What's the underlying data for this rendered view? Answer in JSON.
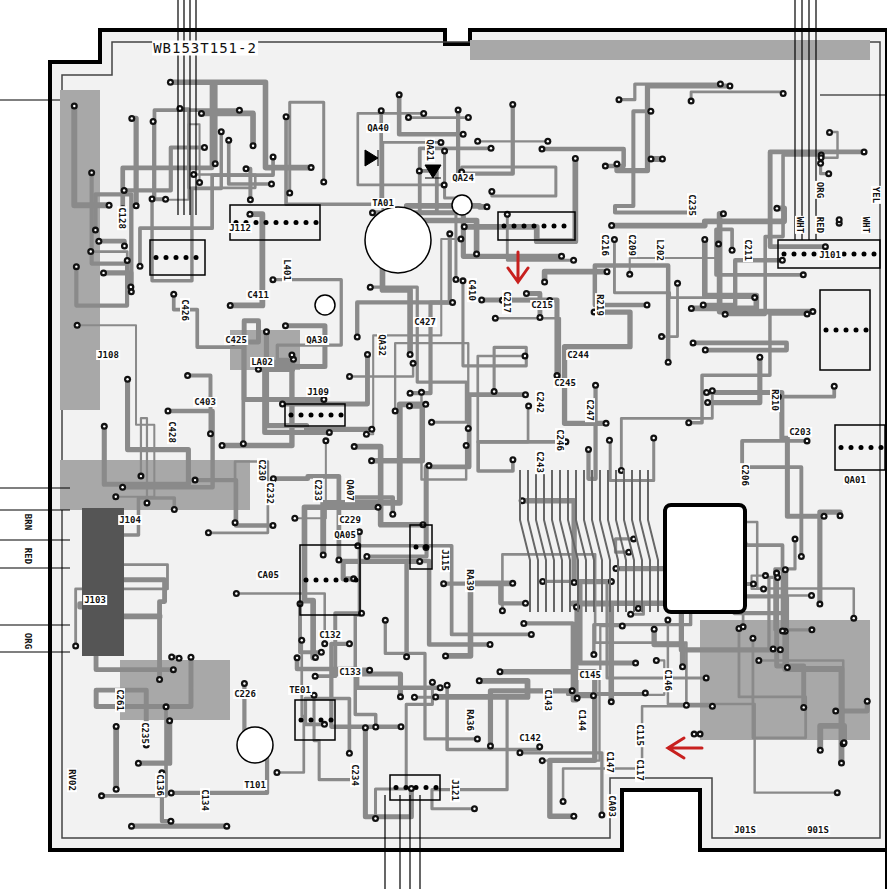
{
  "diagram": {
    "labels": [
      "WB153T151-2",
      "C128",
      "J112",
      "QA40",
      "QA21",
      "QA24",
      "TA01",
      "C235",
      "C216",
      "C209",
      "L202",
      "C211",
      "ORG",
      "WHT",
      "RED",
      "YEL",
      "WHT",
      "J101",
      "L401",
      "C411",
      "C410",
      "C217",
      "C215",
      "C427",
      "QA30",
      "QA32",
      "C426",
      "C425",
      "LA02",
      "J108",
      "R219",
      "C244",
      "C245",
      "C242",
      "C247",
      "C246",
      "C243",
      "J109",
      "C403",
      "C428",
      "C230",
      "C232",
      "C233",
      "QA07",
      "C229",
      "QA05",
      "CA05",
      "J104",
      "J103",
      "J115",
      "RA39",
      "R210",
      "C203",
      "C206",
      "QA01",
      "C132",
      "C133",
      "TE01",
      "C226",
      "C261",
      "C235",
      "C136",
      "C134",
      "T101",
      "C234",
      "RA36",
      "C142",
      "C143",
      "C145",
      "C146",
      "C144",
      "C115",
      "C147",
      "C117",
      "CA03",
      "J121",
      "J01S",
      "901S",
      "RV02",
      "BRN",
      "RED",
      "ORG"
    ]
  }
}
